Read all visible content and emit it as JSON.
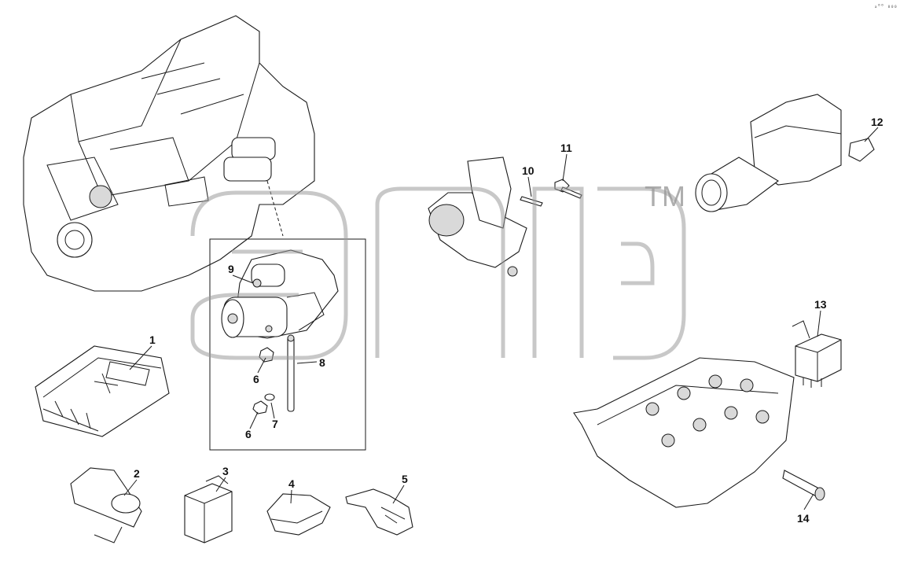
{
  "diagram": {
    "corner_mark": "ₐ⁰⁰ ₀₀₀",
    "watermark_tm": "TM",
    "callouts": [
      {
        "id": "c1",
        "label": "1"
      },
      {
        "id": "c2",
        "label": "2"
      },
      {
        "id": "c3",
        "label": "3"
      },
      {
        "id": "c4",
        "label": "4"
      },
      {
        "id": "c5",
        "label": "5"
      },
      {
        "id": "c6a",
        "label": "6"
      },
      {
        "id": "c6b",
        "label": "6"
      },
      {
        "id": "c7",
        "label": "7"
      },
      {
        "id": "c8",
        "label": "8"
      },
      {
        "id": "c9",
        "label": "9"
      },
      {
        "id": "c10",
        "label": "10"
      },
      {
        "id": "c11",
        "label": "11"
      },
      {
        "id": "c12",
        "label": "12"
      },
      {
        "id": "c13",
        "label": "13"
      },
      {
        "id": "c14",
        "label": "14"
      }
    ]
  }
}
